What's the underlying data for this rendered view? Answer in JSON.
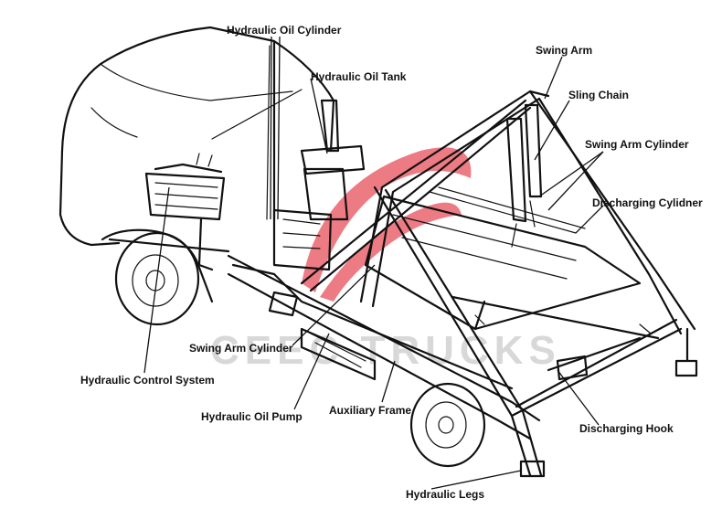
{
  "labels": {
    "hydraulic_oil_cylinder": "Hydraulic Oil Cylinder",
    "hydraulic_oil_tank": "Hydraulic Oil Tank",
    "swing_arm": "Swing Arm",
    "sling_chain": "Sling Chain",
    "swing_arm_cylinder_top": "Swing Arm Cylinder",
    "discharging_cylinder": "Discharging Cylidner",
    "swing_arm_cylinder_bottom": "Swing Arm Cylinder",
    "hydraulic_control_system": "Hydraulic Control System",
    "hydraulic_oil_pump": "Hydraulic Oil Pump",
    "auxiliary_frame": "Auxiliary Frame",
    "discharging_hook": "Discharging Hook",
    "hydraulic_legs": "Hydraulic Legs"
  },
  "watermark": {
    "text": "CEEC TRUCKS",
    "color": "#d8d8d8"
  },
  "logo": {
    "color": "#e8505b"
  }
}
